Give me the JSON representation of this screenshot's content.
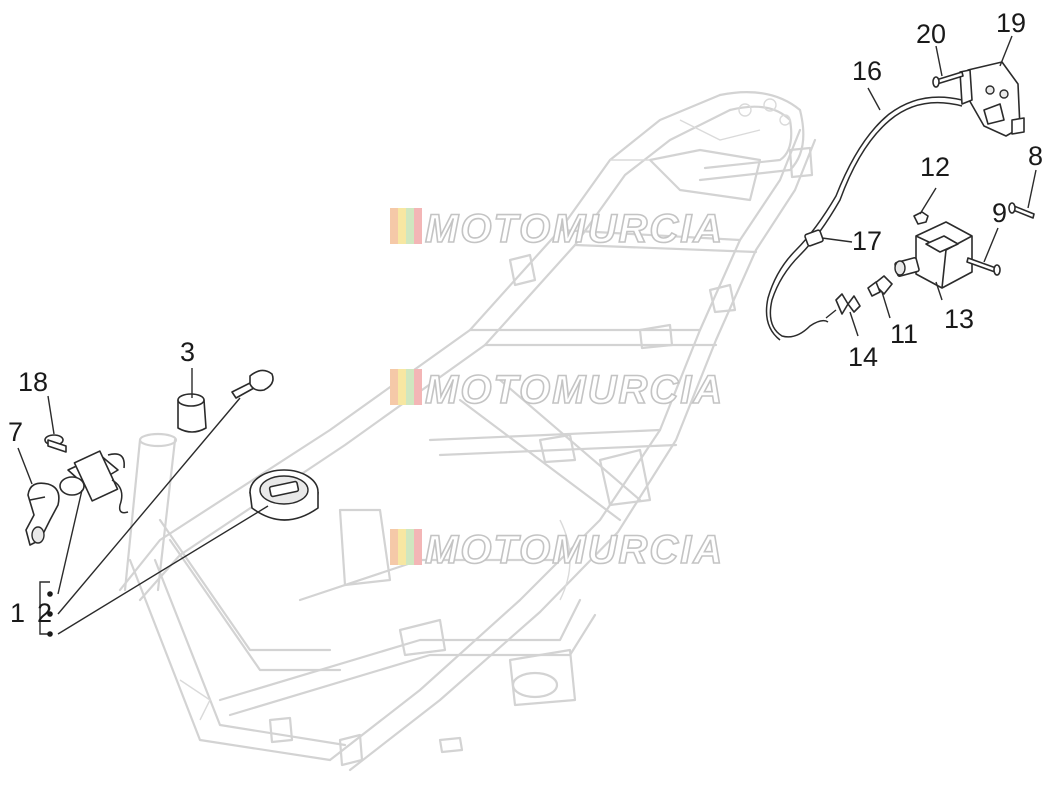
{
  "watermark": {
    "text": "MOTOMURCIA",
    "stripe_colors": [
      "#f5c9a8",
      "#f7e7a2",
      "#cfe7c0",
      "#f3b6b6"
    ]
  },
  "callouts": [
    {
      "id": "c1",
      "label": "1"
    },
    {
      "id": "c2",
      "label": "2"
    },
    {
      "id": "c3",
      "label": "3"
    },
    {
      "id": "c7",
      "label": "7"
    },
    {
      "id": "c8",
      "label": "8"
    },
    {
      "id": "c9",
      "label": "9"
    },
    {
      "id": "c11",
      "label": "11"
    },
    {
      "id": "c12",
      "label": "12"
    },
    {
      "id": "c13",
      "label": "13"
    },
    {
      "id": "c14",
      "label": "14"
    },
    {
      "id": "c16",
      "label": "16"
    },
    {
      "id": "c17",
      "label": "17"
    },
    {
      "id": "c18",
      "label": "18"
    },
    {
      "id": "c19",
      "label": "19"
    },
    {
      "id": "c20",
      "label": "20"
    }
  ]
}
